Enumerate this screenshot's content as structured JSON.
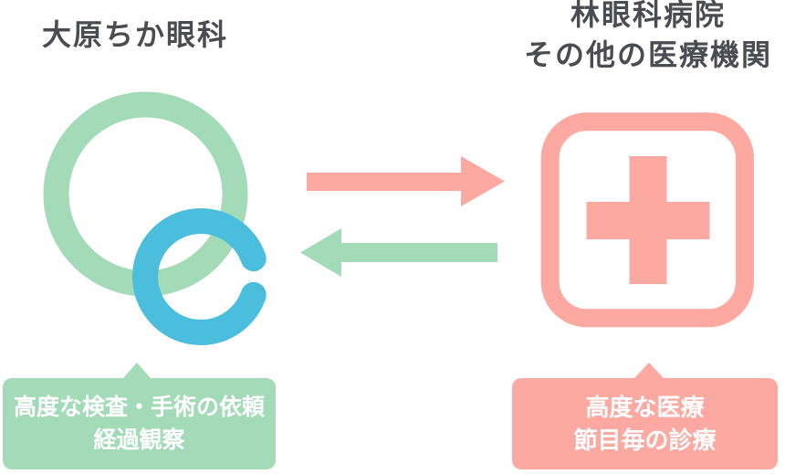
{
  "colors": {
    "background": "#ffffff",
    "green": "#a3dbb8",
    "blue": "#4bbedd",
    "pink": "#fda8a0",
    "text_dark": "#4b4b52",
    "text_light": "#ffffff"
  },
  "clinic": {
    "title": "大原ちか眼科",
    "logo_icon": "overlapping-rings-logo",
    "bubble": {
      "line1": "高度な検査・手術の依頼",
      "line2": "経過観察"
    }
  },
  "hospital": {
    "title_line1": "林眼科病院",
    "title_line2": "その他の医療機関",
    "icon": "hospital-cross",
    "bubble": {
      "line1": "高度な医療",
      "line2": "節目毎の診療"
    }
  },
  "arrows": {
    "clinic_to_hospital": {
      "icon": "arrow-right",
      "color_key": "pink"
    },
    "hospital_to_clinic": {
      "icon": "arrow-left",
      "color_key": "green"
    }
  }
}
